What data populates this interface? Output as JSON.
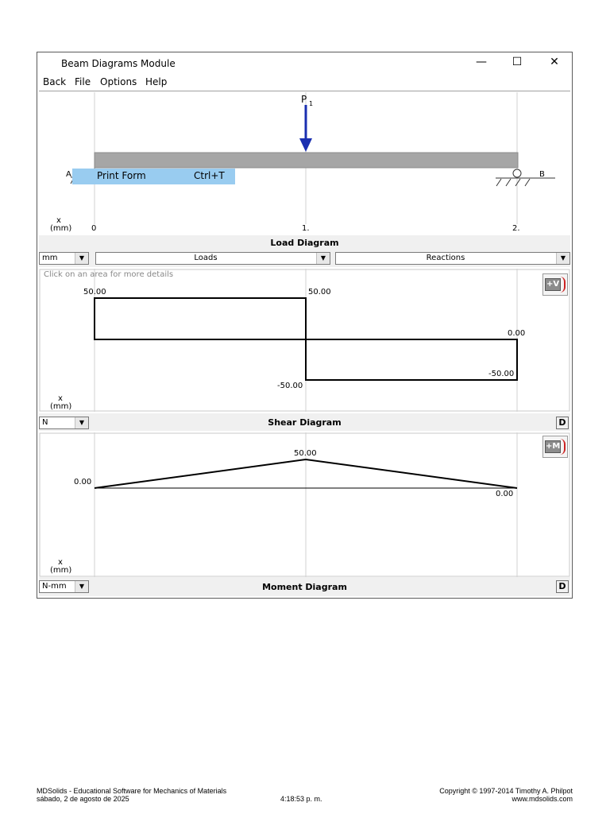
{
  "window": {
    "title": "Beam Diagrams Module",
    "minimize": "—",
    "maximize": "☐",
    "close": "✕"
  },
  "menu": [
    "Back",
    "File",
    "Options",
    "Help"
  ],
  "beam": {
    "load_label": "P",
    "load_sub": "1",
    "support_a": "A",
    "support_b": "B",
    "x_label": "x",
    "x_unit": "(mm)",
    "ticks": [
      "0",
      "1.",
      "2."
    ]
  },
  "context_menu": {
    "item": "Print Form",
    "shortcut": "Ctrl+T"
  },
  "load_diagram": {
    "label": "Load Diagram",
    "unit_select": "mm",
    "loads_select": "Loads",
    "reactions_select": "Reactions"
  },
  "shear_diagram": {
    "hint": "Click on an area for more details",
    "values": [
      "50.00",
      "50.00",
      "0.00",
      "-50.00",
      "-50.00"
    ],
    "x_label": "x",
    "x_unit": "(mm)",
    "unit_select": "N",
    "label": "Shear Diagram",
    "button": "+V",
    "d_button": "D"
  },
  "moment_diagram": {
    "values": [
      "50.00",
      "0.00",
      "0.00"
    ],
    "x_label": "x",
    "x_unit": "(mm)",
    "unit_select": "N-mm",
    "label": "Moment Diagram",
    "button": "+M",
    "d_button": "D"
  },
  "footer": {
    "left_line1": "MDSolids - Educational Software for Mechanics of Materials",
    "left_line2": "sábado, 2 de agosto de 2025",
    "time": "4:18:53 p. m.",
    "right_line1": "Copyright © 1997-2014 Timothy A. Philpot",
    "right_line2": "www.mdsolids.com"
  },
  "colors": {
    "load_arrow": "#1a2fb0",
    "beam": "#a6a6a6",
    "context_highlight": "#99ccf0"
  }
}
